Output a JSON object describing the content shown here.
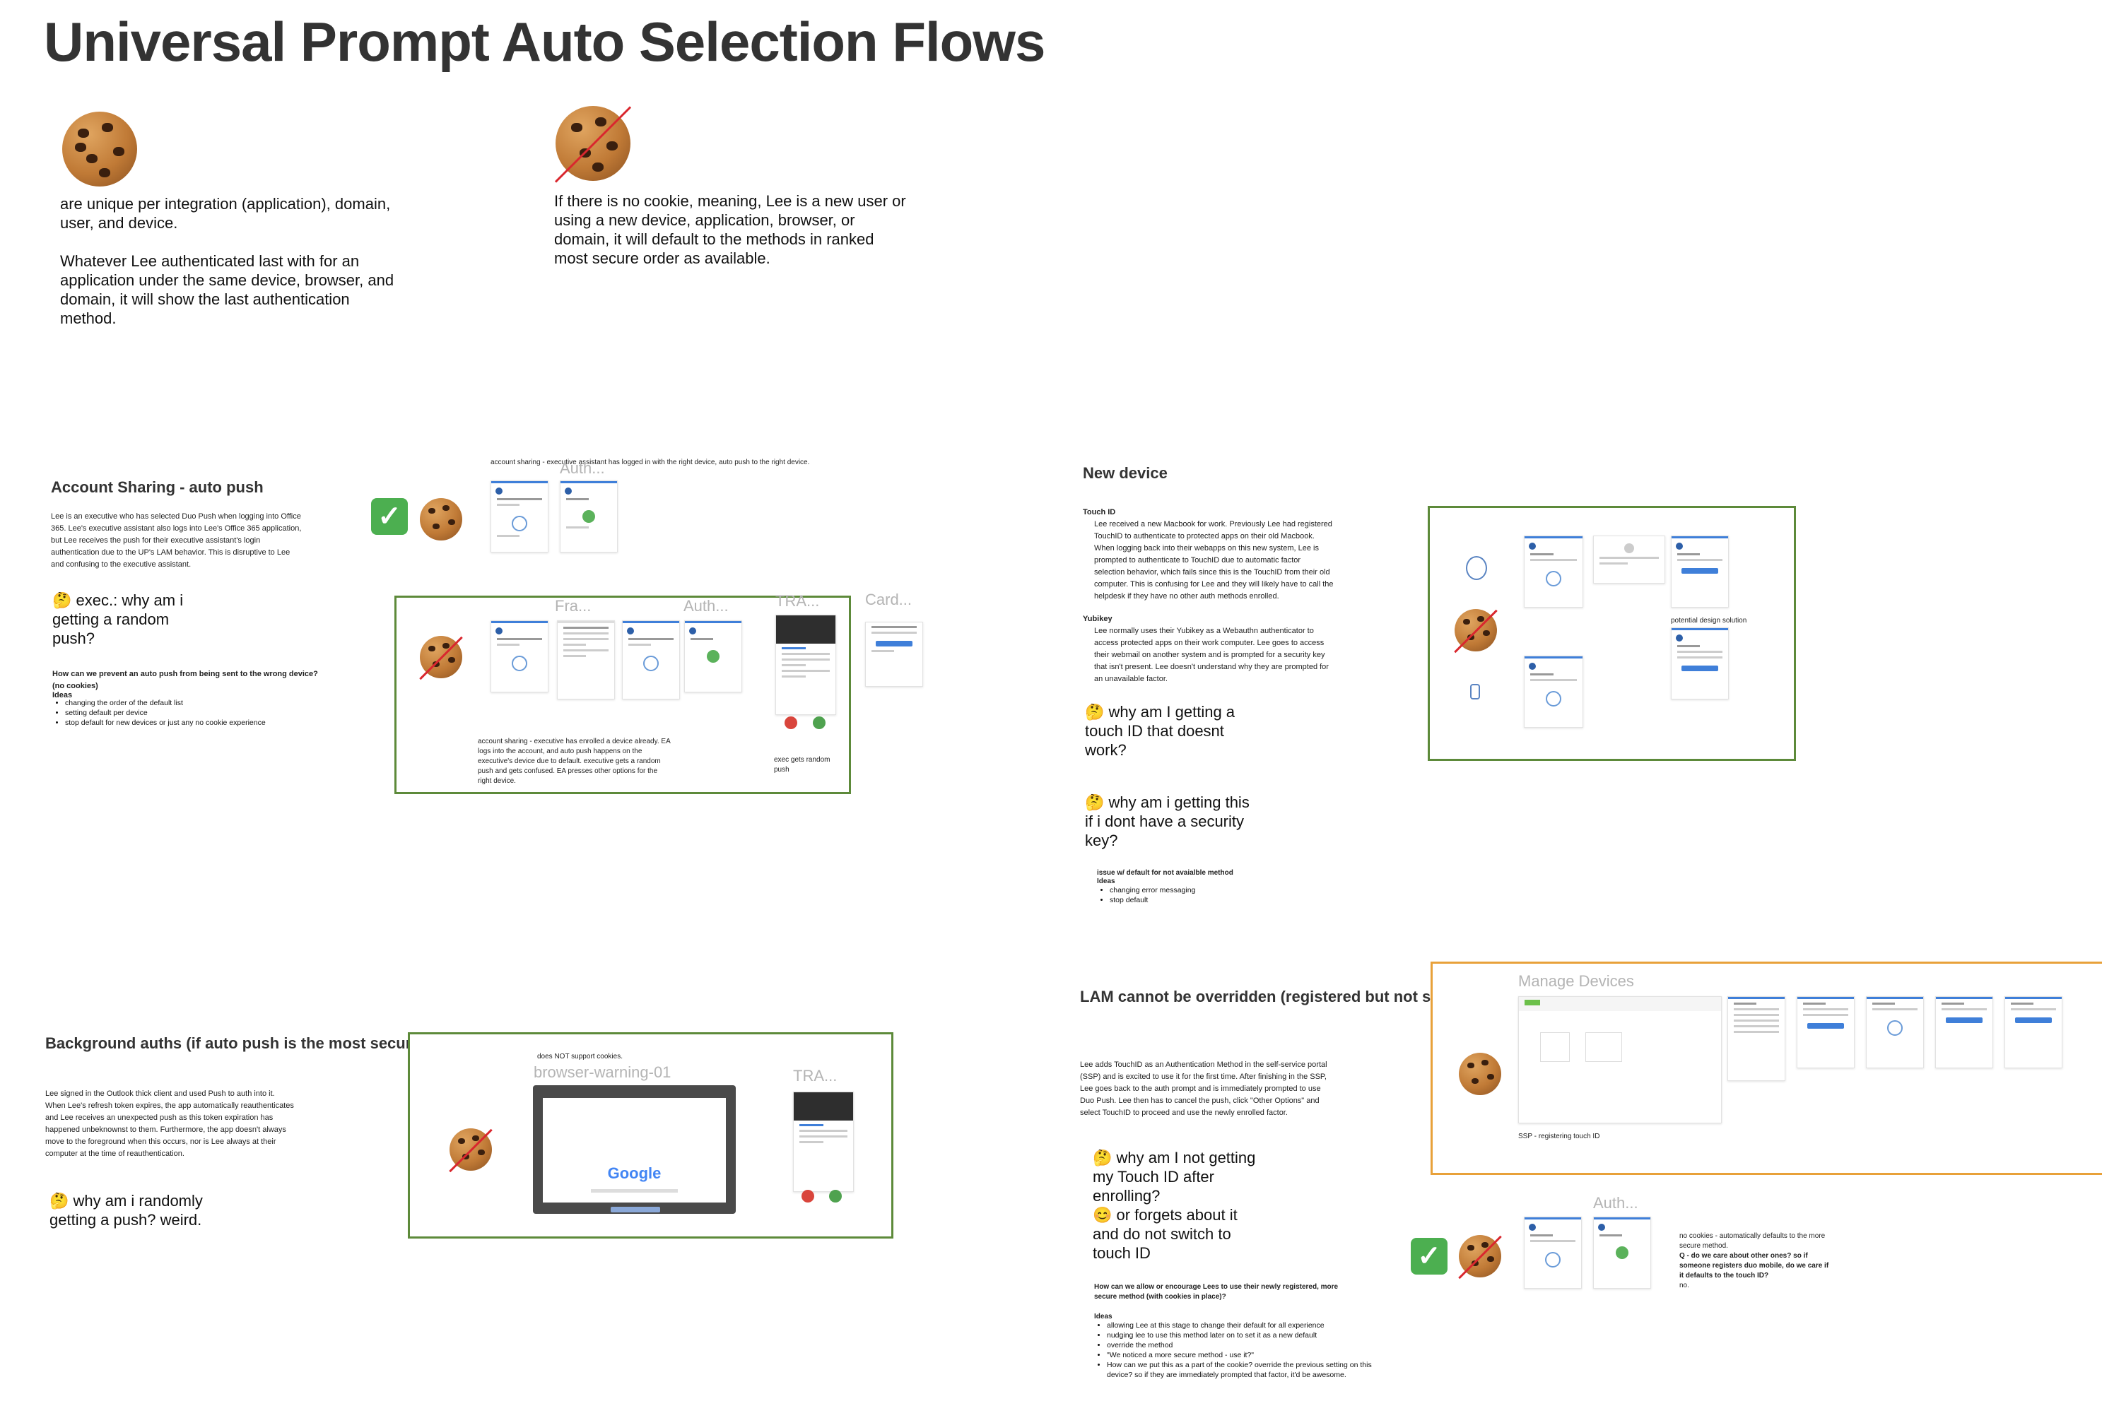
{
  "title": "Universal Prompt Auto Selection Flows",
  "intro": {
    "cookie_text": "are unique per integration (application), domain,\nuser, and device.\n\nWhatever Lee authenticated last with for an\napplication under the same device, browser, and\ndomain, it will show the last authentication\nmethod.",
    "no_cookie_text": "If there is no cookie, meaning, Lee is a new user or\nusing a new device, application, browser, or\ndomain, it will default to the methods in ranked\nmost secure order as available."
  },
  "account_sharing": {
    "heading": "Account Sharing - auto push",
    "description": "Lee is an executive who has selected Duo Push when logging into Office\n365. Lee's executive assistant also logs into Lee's Office 365 application,\nbut Lee receives the push for their executive assistant's login\nauthentication due to the UP's LAM behavior. This is disruptive to Lee\nand confusing to the executive assistant.",
    "question": "🤔 exec.: why am i\ngetting a random\npush?",
    "how_can": "How can we prevent an auto push from being sent to the wrong device?\n(no cookies)",
    "ideas_label": "Ideas",
    "ideas": [
      "changing the order of the default list",
      "setting default per device",
      "stop default for new devices or just any no cookie experience"
    ],
    "top_caption": "account sharing - executive assistant has logged in with the right device, auto push to the right device.",
    "top_ghost": "Auth...",
    "frame_ghosts": [
      "Fra...",
      "Auth...",
      "TRA...",
      "Card..."
    ],
    "box_caption": "account sharing - executive has enrolled a device already. EA\nlogs into the account, and auto push happens on the\nexecutive's device due to default. executive gets a random\npush and gets confused. EA presses other options for the\nright device.",
    "exec_caption": "exec gets random\npush"
  },
  "background_auths": {
    "heading": "Background auths (if auto push is the most\nsecure method, or last used)",
    "description": "Lee signed in the Outlook thick client and used Push to auth into it.\nWhen Lee's refresh token expires, the app automatically reauthenticates\nand Lee receives an unexpected push as this token expiration has\nhappened unbeknownst to them. Furthermore, the app doesn't always\nmove to the foreground when this occurs, nor is Lee always at their\ncomputer at the time of reauthentication.",
    "question": "🤔 why am i randomly\ngetting a push? weird.",
    "cookie_note": "does NOT support cookies.",
    "browser_ghost": "browser-warning-01",
    "tra_ghost": "TRA...",
    "google_label": "Google"
  },
  "new_device": {
    "heading": "New device",
    "touchid_label": "Touch ID",
    "touchid_text": "Lee received a new Macbook for work. Previously Lee had registered\nTouchID to authenticate to protected apps on their old Macbook.\nWhen logging back into their webapps on this new system, Lee is\nprompted to authenticate to TouchID due to automatic factor\nselection behavior, which fails since this is the TouchID from their old\ncomputer. This is confusing for Lee and they will likely have to call the\nhelpdesk if they have no other auth methods enrolled.",
    "yubikey_label": "Yubikey",
    "yubikey_text": "Lee normally uses their Yubikey as a Webauthn authenticator to\naccess protected apps on their work computer. Lee goes to access\ntheir webmail on another system and is prompted for a security key\nthat isn't present. Lee doesn't understand why they are prompted for\nan unavailable factor.",
    "question1": "🤔 why am I getting a\ntouch ID that doesnt\nwork?",
    "question2": "🤔 why am i getting this\nif i dont have a security\nkey?",
    "issue": "issue w/ default for not avaialble method",
    "ideas_label": "Ideas",
    "ideas": [
      "changing error messaging",
      "stop default"
    ],
    "potential": "potential design solution"
  },
  "lam": {
    "heading": "LAM cannot be overridden (registered\nbut not shown by default)",
    "description": "Lee adds TouchID as an Authentication Method in the self-service portal\n(SSP) and is excited to use it for the first time. After finishing in the SSP,\nLee goes back to the auth prompt and is immediately prompted to use\nDuo Push. Lee then has to cancel the push, click \"Other Options\" and\nselect TouchID to proceed and use the newly enrolled factor.",
    "question": "🤔 why am I not getting\nmy Touch ID after\nenrolling?\n😊 or forgets about it\nand do not switch to\ntouch ID",
    "how_can": "How can we allow or encourage Lees to use their newly registered, more\nsecure method (with cookies in place)?",
    "ideas_label": "Ideas",
    "ideas": [
      "allowing Lee at this stage to change their default for all experience",
      "nudging lee to use this method later on to set it as a new default",
      "override the method",
      "\"We noticed a more secure method - use it?\"",
      "How can we put this as a part of the cookie? override the previous setting on this device? so if they are immediately prompted that factor, it'd be awesome."
    ],
    "manage_ghost": "Manage Devices",
    "ssp_caption": "SSP - registering touch ID",
    "auth_ghost": "Auth...",
    "nocookie_note1": "no cookies - automatically defaults to the more\nsecure method.",
    "nocookie_note2": "Q - do we care about other ones? so if\nsomeone registers duo mobile, do we care if\nit defaults to the touch ID?",
    "nocookie_note3": "no."
  },
  "colors": {
    "frame_green": "#5d8a3a",
    "frame_orange": "#e8a13a",
    "accent_blue": "#3f7fd9",
    "no_cookie_red": "#d9272e"
  }
}
